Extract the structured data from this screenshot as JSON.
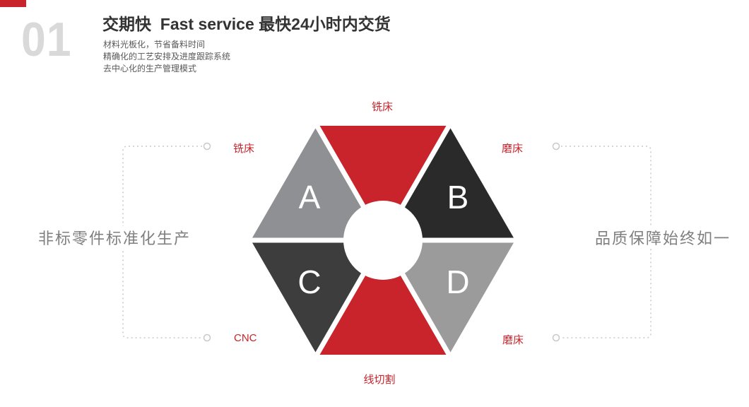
{
  "colors": {
    "accent": "#c9232b",
    "segment_gray_a": "#8f9093",
    "segment_dark_b": "#2a2a2a",
    "segment_dark_c": "#3d3d3d",
    "segment_gray_d": "#9b9b9c",
    "number_gray": "#d9d9d9",
    "caption_gray": "#7f7f7f",
    "connector_gray": "#c9c9c9"
  },
  "header": {
    "number": "01",
    "title": "交期快  Fast service 最快24小时内交货",
    "bullets": [
      "材料光板化，节省备料时间",
      "精确化的工艺安排及进度跟踪系统",
      "去中心化的生产管理模式"
    ]
  },
  "side": {
    "left": "非标零件标准化生产",
    "right": "品质保障始终如一"
  },
  "diagram": {
    "letters": {
      "a": "A",
      "b": "B",
      "c": "C",
      "d": "D"
    },
    "labels": {
      "top": "铣床",
      "upper_left": "铣床",
      "upper_right": "磨床",
      "lower_left": "CNC",
      "lower_right": "磨床",
      "bottom": "线切割"
    }
  }
}
